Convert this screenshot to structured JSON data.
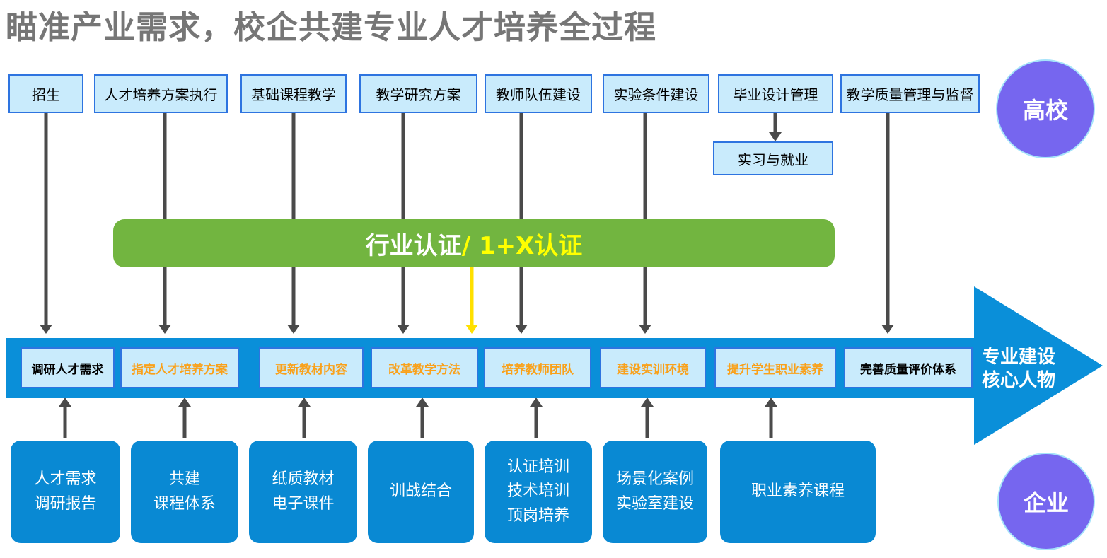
{
  "title": "瞄准产业需求，校企共建专业人才培养全过程",
  "colors": {
    "title_gray": "#767676",
    "light_box_fill": "#C9EBFC",
    "light_box_border": "#2E74E0",
    "band_blue": "#0A8FD9",
    "bottom_box_blue": "#0989D3",
    "certification_green": "#72B540",
    "highlight_yellow": "#FFE000",
    "step_orange": "#F9A11B",
    "role_purple": "#7666EF",
    "arrow_gray": "#4A4A4A"
  },
  "roles": {
    "university": "高校",
    "enterprise": "企业"
  },
  "top_row": {
    "items": [
      {
        "label": "招生"
      },
      {
        "label": "人才培养方案执行"
      },
      {
        "label": "基础课程教学"
      },
      {
        "label": "教学研究方案"
      },
      {
        "label": "教师队伍建设"
      },
      {
        "label": "实验条件建设"
      },
      {
        "label": "毕业设计管理"
      },
      {
        "label": "教学质量管理与监督"
      }
    ]
  },
  "internship_box": {
    "label": "实习与就业"
  },
  "certification_bar": {
    "white_text": "行业认证",
    "yellow_text": " / 1+X认证"
  },
  "process_band": {
    "arrow_label_line1": "专业建设",
    "arrow_label_line2": "核心人物",
    "steps": [
      {
        "label": "调研人才需求",
        "emphasis": "black"
      },
      {
        "label": "指定人才培养方案",
        "emphasis": "orange"
      },
      {
        "label": "更新教材内容",
        "emphasis": "orange"
      },
      {
        "label": "改革教学方法",
        "emphasis": "orange"
      },
      {
        "label": "培养教师团队",
        "emphasis": "orange"
      },
      {
        "label": "建设实训环境",
        "emphasis": "orange"
      },
      {
        "label": "提升学生职业素养",
        "emphasis": "orange"
      },
      {
        "label": "完善质量评价体系",
        "emphasis": "black"
      }
    ]
  },
  "bottom_row": {
    "items": [
      {
        "line1": "人才需求",
        "line2": "调研报告"
      },
      {
        "line1": "共建",
        "line2": "课程体系"
      },
      {
        "line1": "纸质教材",
        "line2": "电子课件"
      },
      {
        "line1": "训战结合"
      },
      {
        "line1": "认证培训",
        "line2": "技术培训",
        "line3": "顶岗培养"
      },
      {
        "line1": "场景化案例",
        "line2": "实验室建设"
      },
      {
        "line1": "职业素养课程"
      }
    ]
  }
}
